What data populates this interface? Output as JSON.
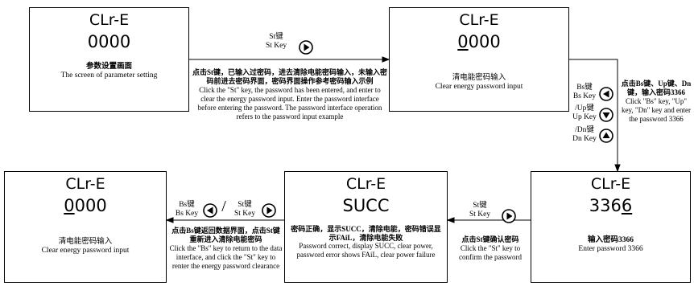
{
  "boxes": [
    {
      "title": "CLr-E",
      "value": "0000",
      "caption_cn": "参数设置画面",
      "caption_en": "The screen of parameter setting"
    },
    {
      "title": "CLr-E",
      "value_prefix": "",
      "value_under": "0",
      "value_suffix": "000",
      "caption_cn": "清电能密码输入",
      "caption_en": "Clear energy password input"
    },
    {
      "title": "CLr-E",
      "value_prefix": "336",
      "value_under": "6",
      "value_suffix": "",
      "caption_cn": "输入密码3366",
      "caption_en": "Enter password 3366"
    },
    {
      "title": "CLr-E",
      "value": "SUCC",
      "caption_cn": "密码正确，显示SUCC，清除电能，密码错误显示FAiL，清除电能失败",
      "caption_en": "Password correct, display SUCC, clear power, password error shows FAiL, clear power failure"
    },
    {
      "title": "CLr-E",
      "value_prefix": "",
      "value_under": "0",
      "value_suffix": "000",
      "caption_cn": "清电能密码输入",
      "caption_en": "Clear energy password input"
    }
  ],
  "keys": {
    "st_cn": "St键",
    "st_en": "St Key",
    "bs_cn": "Bs键",
    "bs_en": "Bs Key",
    "up_cn": "Up键",
    "up_en": "Up Key",
    "dn_cn": "Dn键",
    "dn_en": "Dn Key",
    "slash": "/"
  },
  "notes": {
    "n1_cn": "点击St键，已输入过密码，进去清除电能密码输入，未输入密码前进去密码界面，密码界面操作参考密码输入示例",
    "n1_en": "Click the \"St\" key, the password has been entered, and enter to clear the energy password input. Enter the password interface before entering the password. The password interface operation refers to the password input example",
    "n2_cn": "点击Bs键、Up键、Dn键，输入密码3366",
    "n2_en": "Click \"Bs\" key, \"Up\" key, \"Dn\" key and enter the password 3366",
    "n3_cn": "点击St键确认密码",
    "n3_en": "Click the \"St\" key to confirm the password",
    "n4_cn": "点击Bs键返回数据界面，点击St键重新进入清除电能密码",
    "n4_en": "Click the \"Bs\" key to return to the data interface, and click the \"St\" key to renter the energy password clearance"
  },
  "colors": {
    "line": "#000000",
    "background": "#ffffff"
  },
  "icons": [
    "play-icon",
    "left-arrow-icon",
    "up-arrow-icon",
    "down-arrow-icon"
  ]
}
